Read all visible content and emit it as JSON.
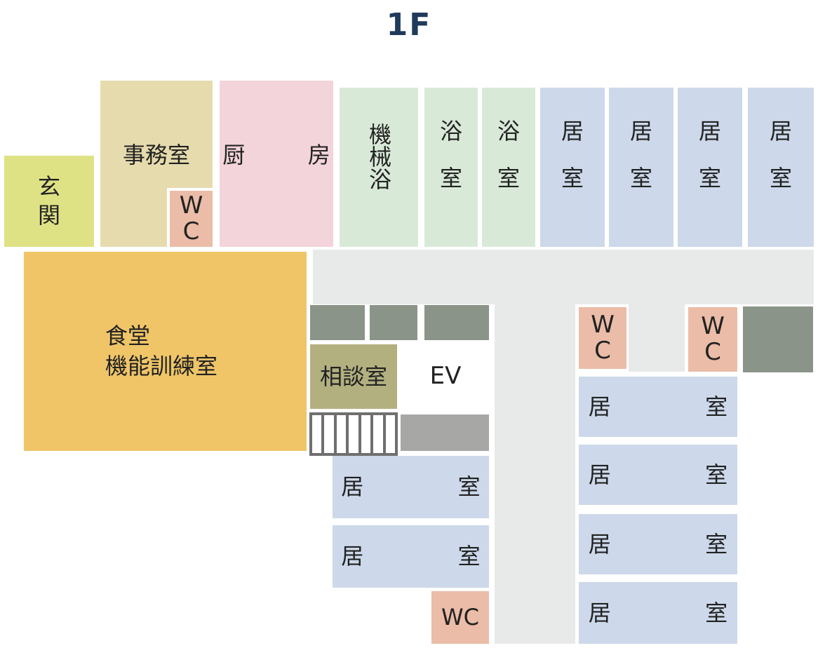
{
  "floor_title": "1F",
  "colors": {
    "entrance": "#dfe284",
    "office": "#e6dbad",
    "kitchen": "#f2d4da",
    "bath": "#d9e9d8",
    "resident": "#cdd9ea",
    "wc": "#ebbca7",
    "dining": "#efc568",
    "consult": "#b3b080",
    "corridor": "#e8e9e9",
    "equipment": "#8b9488",
    "equipment_light": "#a7a8a6",
    "title": "#1f3a5a"
  },
  "rooms": {
    "entrance": "玄\n関",
    "office": "事務室",
    "office_wc": "W\nC",
    "kitchen": "厨　房",
    "machine_bath": "機械浴",
    "bath_1": "浴\n\n室",
    "bath_2": "浴\n\n室",
    "resident_top_1": "居\n\n室",
    "resident_top_2": "居\n\n室",
    "resident_top_3": "居\n\n室",
    "resident_top_4": "居\n\n室",
    "dining": "食堂\n機能訓練室",
    "consult": "相談室",
    "ev": "EV",
    "wc_mid_1": "W\nC",
    "wc_mid_2": "W\nC",
    "resident_right_1": "居　室",
    "resident_right_2": "居　室",
    "resident_right_3": "居　室",
    "resident_right_4": "居　室",
    "resident_left_1": "居　室",
    "resident_left_2": "居　室",
    "wc_bottom": "WC"
  }
}
